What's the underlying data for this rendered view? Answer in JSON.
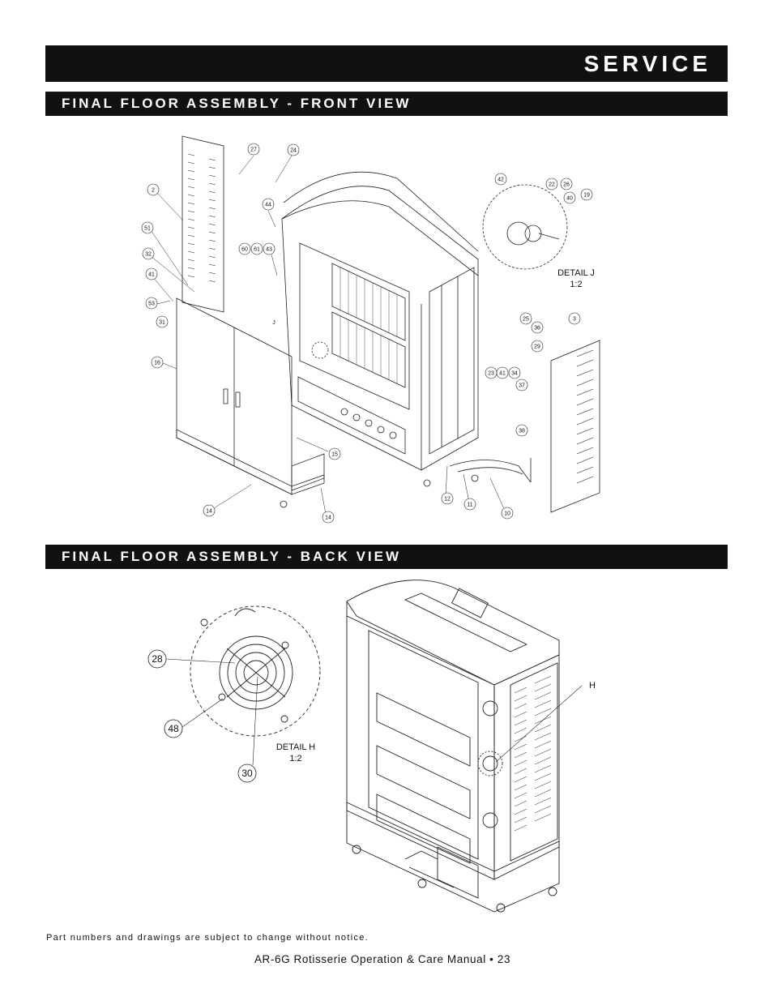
{
  "header": {
    "section_title": "SERVICE"
  },
  "front_view": {
    "title": "FINAL FLOOR ASSEMBLY - FRONT VIEW",
    "callouts": [
      "27",
      "24",
      "2",
      "44",
      "51",
      "60",
      "61",
      "43",
      "32",
      "41",
      "53",
      "31",
      "16",
      "15",
      "14",
      "14",
      "12",
      "11",
      "10",
      "42",
      "22",
      "26",
      "40",
      "19",
      "25",
      "36",
      "29",
      "23",
      "41",
      "34",
      "37",
      "38",
      "3"
    ],
    "letter_marker": "J",
    "detail": {
      "name": "DETAIL J",
      "scale": "1:2"
    }
  },
  "back_view": {
    "title": "FINAL FLOOR ASSEMBLY - BACK VIEW",
    "callouts": [
      "28",
      "48",
      "30"
    ],
    "letter_marker": "H",
    "detail": {
      "name": "DETAIL H",
      "scale": "1:2"
    }
  },
  "note": "Part numbers and drawings are subject to change without notice.",
  "footer": {
    "manual": "AR-6G Rotisserie Operation & Care Manual",
    "separator": "•",
    "page": "23"
  }
}
